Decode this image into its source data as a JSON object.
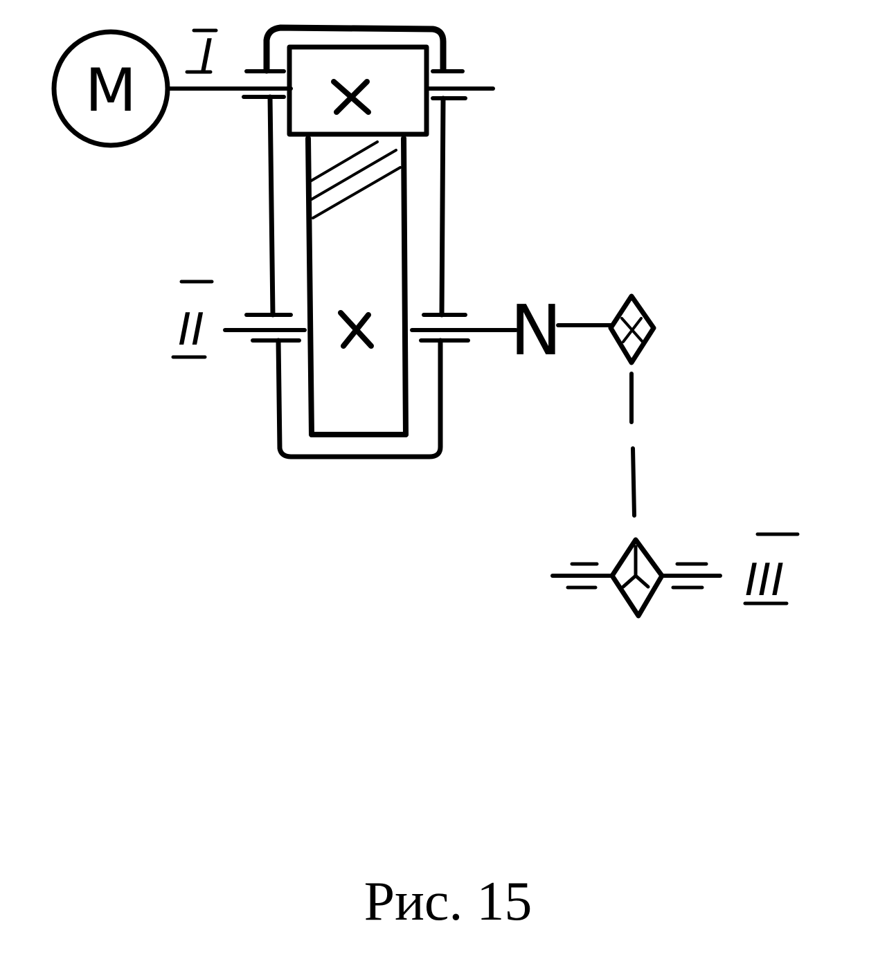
{
  "diagram": {
    "motor_label": "M",
    "shaft_labels": {
      "shaft_1": "I",
      "shaft_2": "II",
      "shaft_3": "III"
    },
    "coupling_label": "N",
    "caption": "Рис. 15",
    "icons": [
      "motor-icon",
      "gear-cross-icon",
      "coupling-icon",
      "bevel-gear-icon",
      "bearing-icon"
    ]
  }
}
